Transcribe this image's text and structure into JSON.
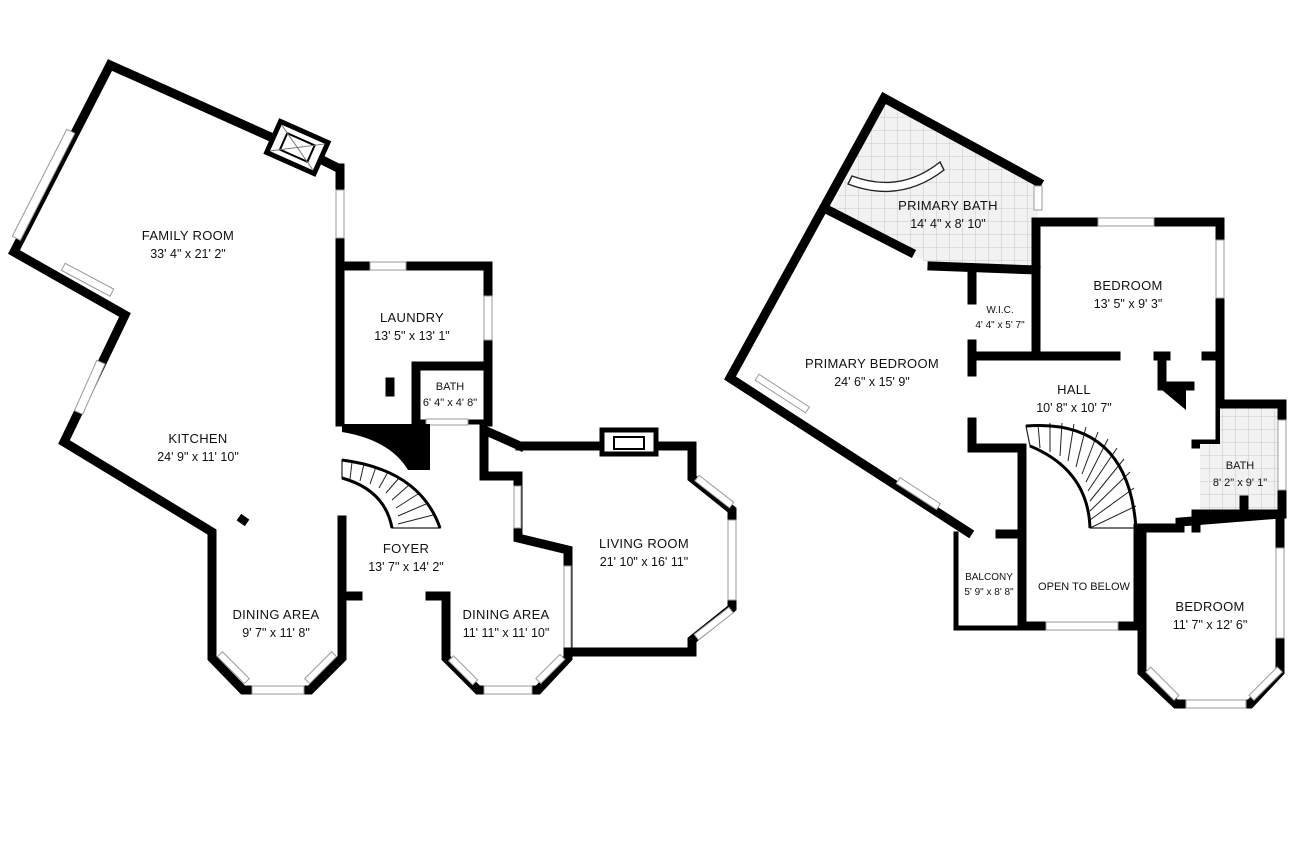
{
  "first_floor": {
    "family_room": {
      "name": "FAMILY ROOM",
      "dims": "33' 4\" x 21' 2\""
    },
    "laundry": {
      "name": "LAUNDRY",
      "dims": "13' 5\" x 13' 1\""
    },
    "bath": {
      "name": "BATH",
      "dims": "6' 4\" x 4' 8\""
    },
    "kitchen": {
      "name": "KITCHEN",
      "dims": "24' 9\" x 11' 10\""
    },
    "foyer": {
      "name": "FOYER",
      "dims": "13' 7\" x 14' 2\""
    },
    "living_room": {
      "name": "LIVING ROOM",
      "dims": "21' 10\" x 16' 11\""
    },
    "dining_area_left": {
      "name": "DINING AREA",
      "dims": "9' 7\" x 11' 8\""
    },
    "dining_area_right": {
      "name": "DINING AREA",
      "dims": "11' 11\" x 11' 10\""
    }
  },
  "second_floor": {
    "primary_bath": {
      "name": "PRIMARY BATH",
      "dims": "14' 4\" x 8' 10\""
    },
    "bedroom_top": {
      "name": "BEDROOM",
      "dims": "13' 5\" x 9' 3\""
    },
    "wic": {
      "name": "W.I.C.",
      "dims": "4' 4\" x 5' 7\""
    },
    "primary_bedroom": {
      "name": "PRIMARY BEDROOM",
      "dims": "24' 6\" x 15' 9\""
    },
    "hall": {
      "name": "HALL",
      "dims": "10' 8\" x 10' 7\""
    },
    "bath": {
      "name": "BATH",
      "dims": "8' 2\" x 9' 1\""
    },
    "balcony": {
      "name": "BALCONY",
      "dims": "5' 9\" x 8' 8\""
    },
    "open_to_below": {
      "name": "OPEN TO BELOW"
    },
    "bedroom_bottom": {
      "name": "BEDROOM",
      "dims": "11' 7\" x 12' 6\""
    }
  }
}
